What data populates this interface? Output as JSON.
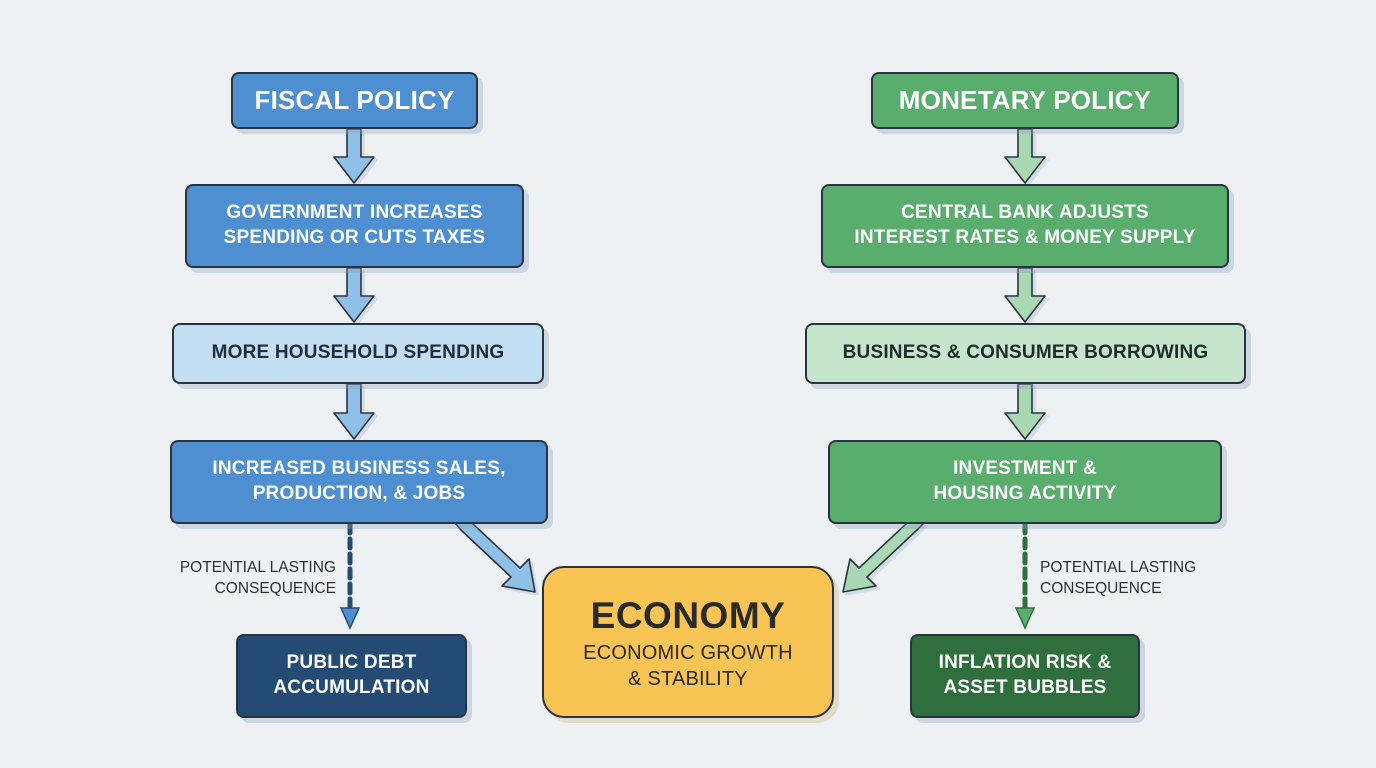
{
  "fiscal": {
    "title": "FISCAL POLICY",
    "color": "#4d8fd0",
    "steps": [
      {
        "lines": [
          "GOVERNMENT INCREASES",
          "SPENDING OR CUTS TAXES"
        ]
      },
      {
        "lines": [
          "MORE HOUSEHOLD SPENDING"
        ]
      },
      {
        "lines": [
          "INCREASED BUSINESS SALES,",
          "PRODUCTION, & JOBS"
        ]
      }
    ],
    "consequence_label": [
      "POTENTIAL LASTING",
      "CONSEQUENCE"
    ],
    "consequence": [
      "PUBLIC DEBT",
      "ACCUMULATION"
    ]
  },
  "monetary": {
    "title": "MONETARY POLICY",
    "color": "#5aae6d",
    "steps": [
      {
        "lines": [
          "CENTRAL BANK ADJUSTS",
          "INTEREST RATES & MONEY SUPPLY"
        ]
      },
      {
        "lines": [
          "BUSINESS & CONSUMER BORROWING"
        ]
      },
      {
        "lines": [
          "INVESTMENT &",
          "HOUSING ACTIVITY"
        ]
      }
    ],
    "consequence_label": [
      "POTENTIAL LASTING",
      "CONSEQUENCE"
    ],
    "consequence": [
      "INFLATION RISK &",
      "ASSET BUBBLES"
    ]
  },
  "economy": {
    "title": "ECONOMY",
    "subtitle": [
      "ECONOMIC GROWTH",
      "& STABILITY"
    ],
    "color": "#f8c555"
  },
  "colors": {
    "background": "#eef1f4",
    "blue_arrow": "#8fc0e8",
    "green_arrow": "#a8d9b3",
    "blue_dark": "#244b73",
    "green_dark": "#2f6f3e"
  }
}
